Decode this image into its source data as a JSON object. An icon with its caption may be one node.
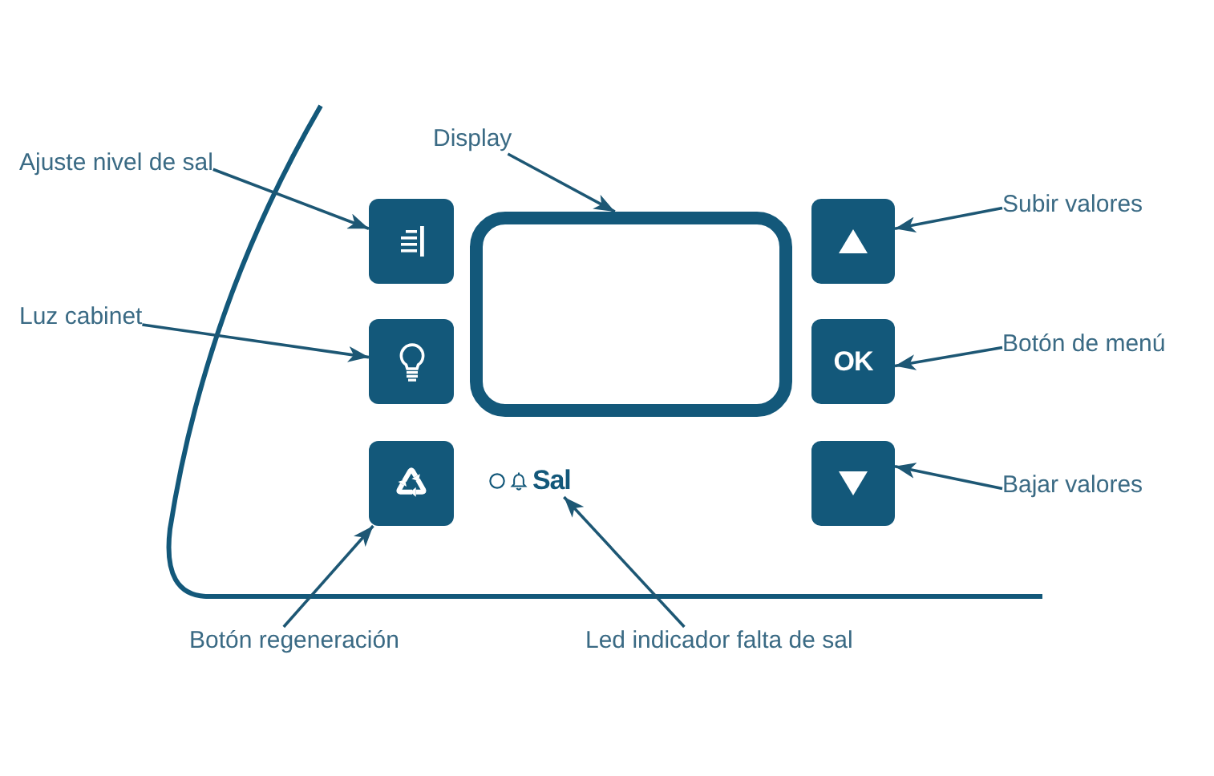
{
  "diagram": {
    "nodes": [
      {
        "text": [
          "Ajuste nivel de sal"
        ]
      },
      {
        "text": [
          "Display"
        ]
      },
      {
        "text": [
          "Subir valores"
        ]
      },
      {
        "text": [],
        "shape": "box"
      },
      {
        "text": [],
        "shape": "box"
      },
      {
        "text": [],
        "shape": "box"
      },
      {
        "text": [
          "Luz cabinet"
        ]
      },
      {
        "text": [],
        "shape": "box"
      },
      {
        "text": [
          "OK"
        ]
      },
      {
        "text": [
          "Botón de menú"
        ]
      },
      {
        "text": [],
        "shape": "box"
      },
      {
        "text": [
          "Sal"
        ]
      },
      {
        "text": [],
        "shape": "box"
      },
      {
        "text": [
          "Bajar valores"
        ]
      },
      {
        "text": [
          "Botón regeneración"
        ]
      },
      {
        "text": [
          "Led indicador falta de sal"
        ]
      }
    ],
    "edges": [
      {
        "from": 0,
        "to": 3,
        "arrow": "to"
      },
      {
        "from": 1,
        "to": 4,
        "arrow": "to"
      },
      {
        "from": 2,
        "to": 5,
        "arrow": "to"
      },
      {
        "from": 6,
        "to": 7,
        "arrow": "to"
      },
      {
        "from": 9,
        "to": 8,
        "arrow": "to"
      },
      {
        "from": 13,
        "to": 12,
        "arrow": "to"
      },
      {
        "from": 14,
        "to": 10,
        "arrow": "to"
      },
      {
        "from": 15,
        "to": 11,
        "arrow": "to"
      }
    ]
  }
}
